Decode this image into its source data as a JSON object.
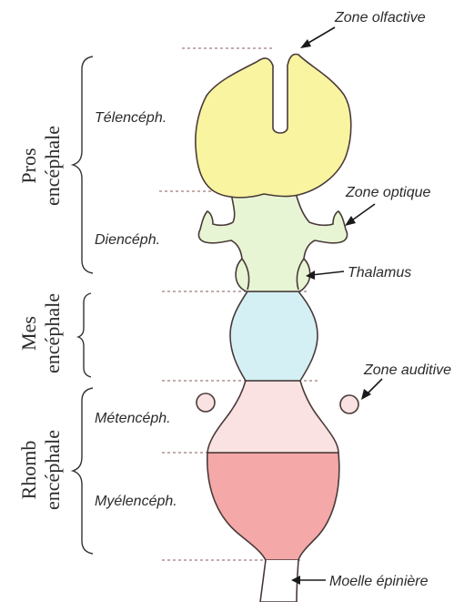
{
  "diagram": {
    "groups": [
      {
        "id": "pros",
        "line1": "Pros",
        "line2": "encéphale"
      },
      {
        "id": "mes",
        "line1": "Mes",
        "line2": "encéphale"
      },
      {
        "id": "rhomb",
        "line1": "Rhomb",
        "line2": "encéphale"
      }
    ],
    "regions": [
      {
        "id": "telenceph",
        "label": "Télencéph.",
        "color": "#f8f4a0"
      },
      {
        "id": "dienceph",
        "label": "Diencéph.",
        "color": "#e8f5d4"
      },
      {
        "id": "mesenceph",
        "label": "",
        "color": "#d4f0f4"
      },
      {
        "id": "metenceph",
        "label": "Métencéph.",
        "color": "#fae2e2"
      },
      {
        "id": "myelenceph",
        "label": "Myélencéph.",
        "color": "#f4a8a8"
      }
    ],
    "annotations": [
      {
        "id": "olfactive",
        "label": "Zone olfactive"
      },
      {
        "id": "optique",
        "label": "Zone optique"
      },
      {
        "id": "thalamus",
        "label": "Thalamus"
      },
      {
        "id": "auditive",
        "label": "Zone auditive"
      },
      {
        "id": "moelle",
        "label": "Moelle épinière"
      }
    ]
  }
}
